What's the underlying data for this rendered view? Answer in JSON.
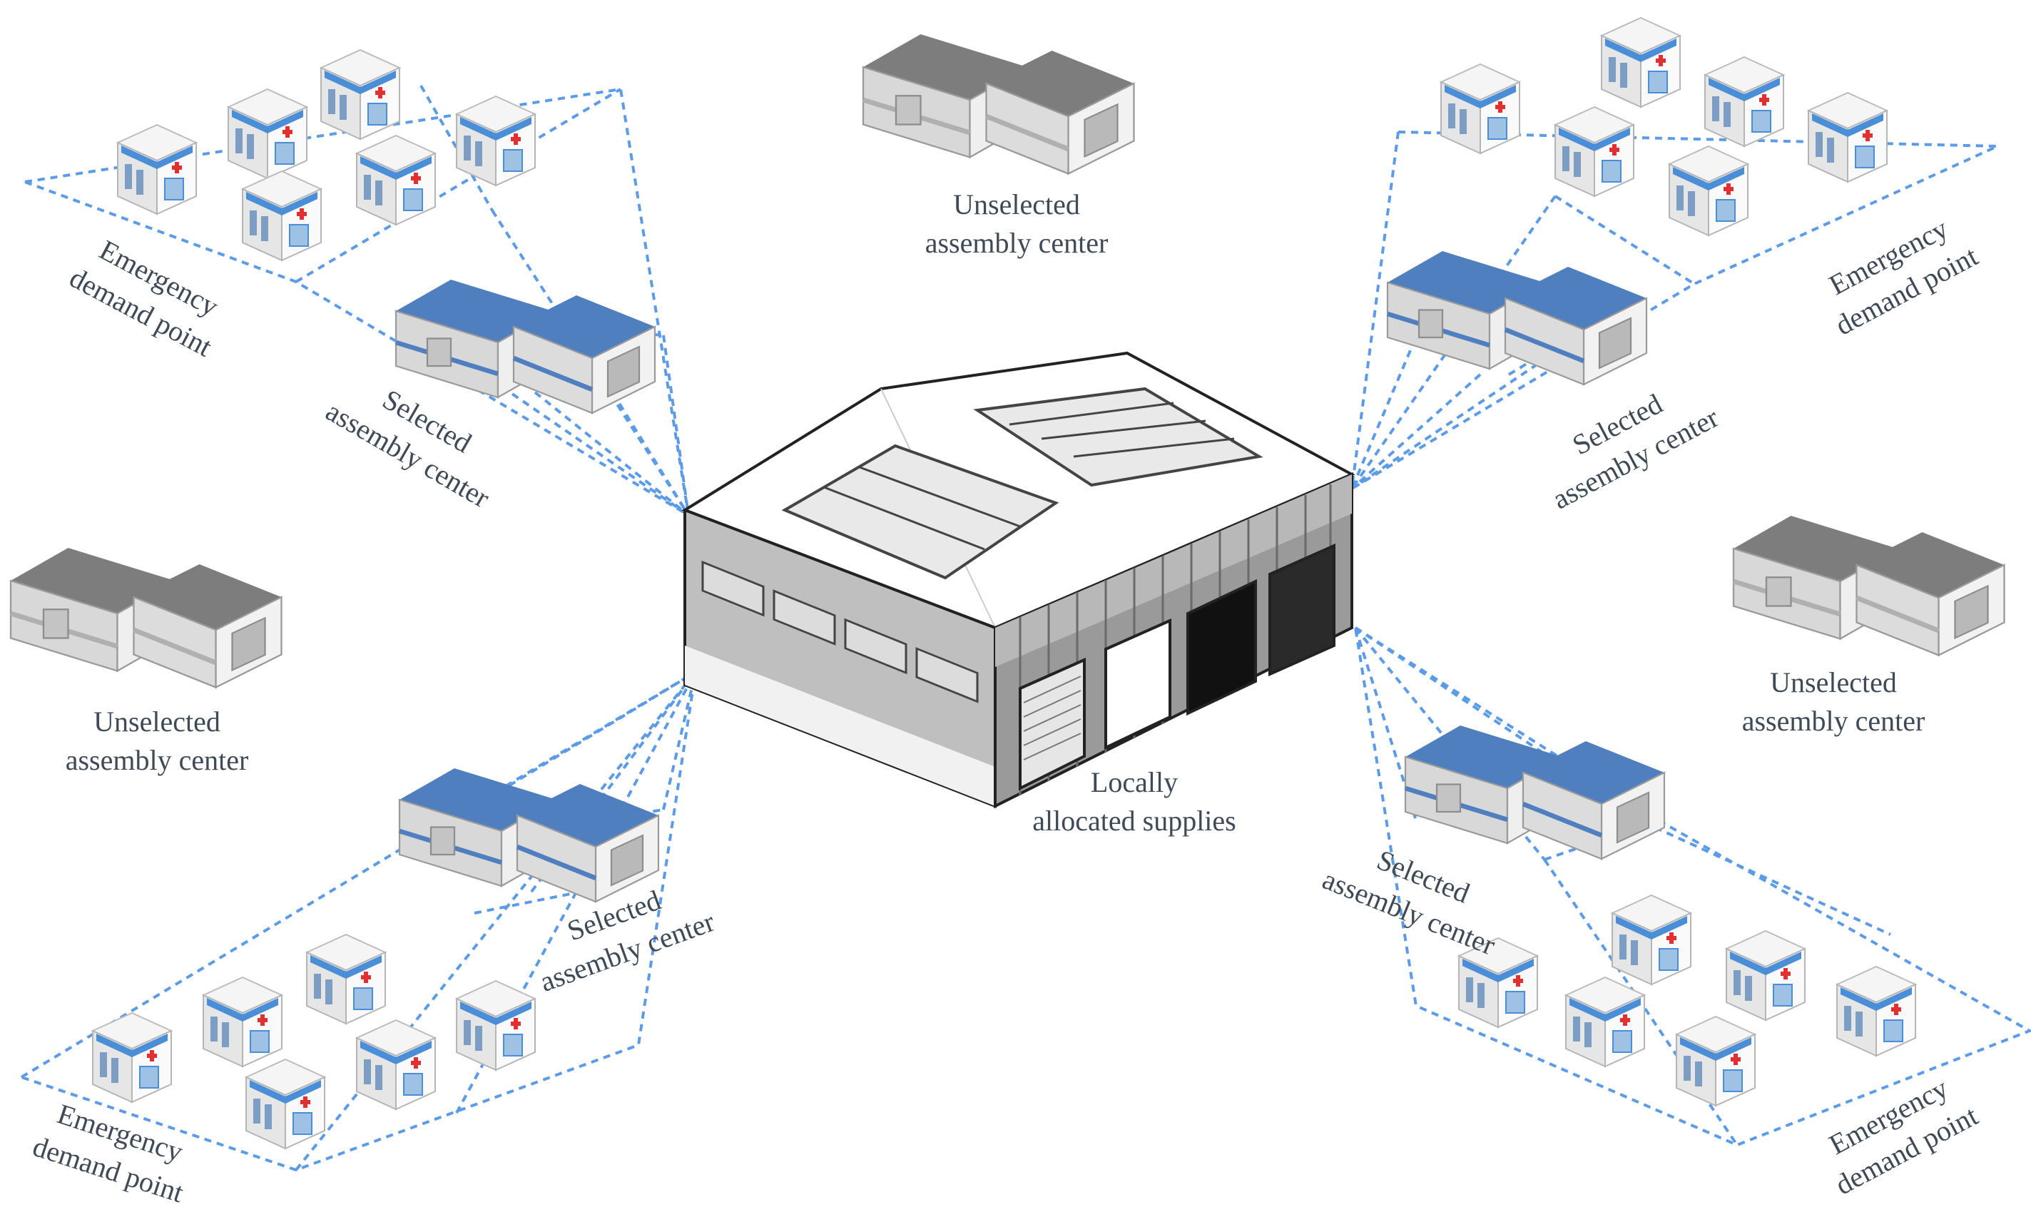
{
  "colors": {
    "link_line": "#5b9be8",
    "selected_roof": "#4f7fbf",
    "unselected_roof": "#7d7d7d",
    "wall": "#e2e2e2",
    "hospital_cross": "#e03030",
    "label_text": "#3f4a57"
  },
  "central_warehouse": {
    "label_line1": "Locally",
    "label_line2": "allocated supplies",
    "icon": "warehouse-icon"
  },
  "unselected_centers": [
    {
      "id": "top",
      "line1": "Unselected",
      "line2": "assembly center"
    },
    {
      "id": "left",
      "line1": "Unselected",
      "line2": "assembly center"
    },
    {
      "id": "right",
      "line1": "Unselected",
      "line2": "assembly center"
    }
  ],
  "selected_centers": [
    {
      "id": "top-left",
      "line1": "Selected",
      "line2": "assembly center"
    },
    {
      "id": "top-right",
      "line1": "Selected",
      "line2": "assembly center"
    },
    {
      "id": "bottom-left",
      "line1": "Selected",
      "line2": "assembly center"
    },
    {
      "id": "bottom-right",
      "line1": "Selected",
      "line2": "assembly center"
    }
  ],
  "demand_points": [
    {
      "id": "top-left",
      "line1": "Emergency",
      "line2": "demand point"
    },
    {
      "id": "top-right",
      "line1": "Emergency",
      "line2": "demand point"
    },
    {
      "id": "bottom-left",
      "line1": "Emergency",
      "line2": "demand point"
    },
    {
      "id": "bottom-right",
      "line1": "Emergency",
      "line2": "demand point"
    }
  ]
}
